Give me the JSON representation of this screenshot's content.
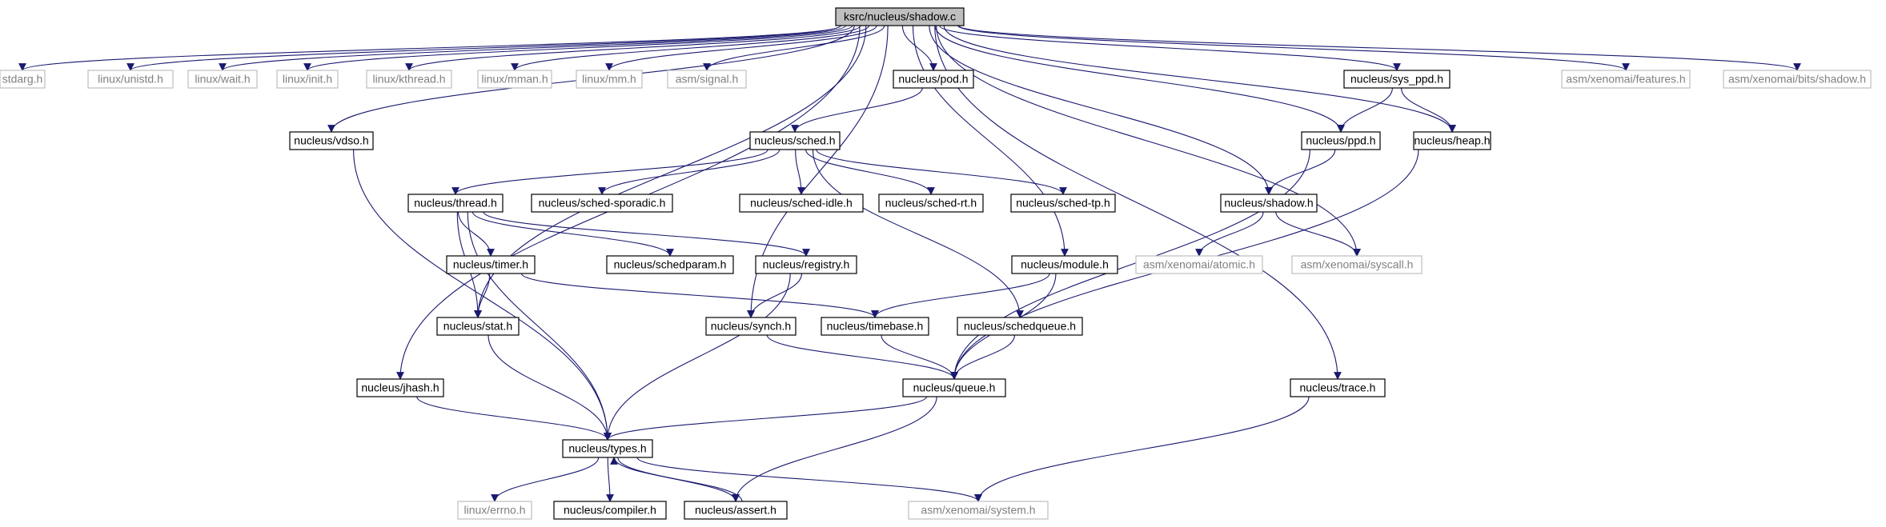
{
  "colors": {
    "edge": "#191970",
    "root_fill": "#bfbfbf",
    "node_stroke": "#000000",
    "external_stroke": "#bfbfbf",
    "external_text": "#808080",
    "text": "#000000"
  },
  "nodes": [
    {
      "id": "shadow_c",
      "label": "ksrc/nucleus/shadow.c",
      "kind": "root"
    },
    {
      "id": "stdarg",
      "label": "stdarg.h",
      "kind": "external"
    },
    {
      "id": "unistd",
      "label": "linux/unistd.h",
      "kind": "external"
    },
    {
      "id": "wait",
      "label": "linux/wait.h",
      "kind": "external"
    },
    {
      "id": "init",
      "label": "linux/init.h",
      "kind": "external"
    },
    {
      "id": "kthread",
      "label": "linux/kthread.h",
      "kind": "external"
    },
    {
      "id": "mman",
      "label": "linux/mman.h",
      "kind": "external"
    },
    {
      "id": "mm",
      "label": "linux/mm.h",
      "kind": "external"
    },
    {
      "id": "signal",
      "label": "asm/signal.h",
      "kind": "external"
    },
    {
      "id": "pod",
      "label": "nucleus/pod.h",
      "kind": "local"
    },
    {
      "id": "sys_ppd",
      "label": "nucleus/sys_ppd.h",
      "kind": "local"
    },
    {
      "id": "features",
      "label": "asm/xenomai/features.h",
      "kind": "external"
    },
    {
      "id": "bits_shadow",
      "label": "asm/xenomai/bits/shadow.h",
      "kind": "external"
    },
    {
      "id": "vdso",
      "label": "nucleus/vdso.h",
      "kind": "local"
    },
    {
      "id": "sched",
      "label": "nucleus/sched.h",
      "kind": "local"
    },
    {
      "id": "ppd",
      "label": "nucleus/ppd.h",
      "kind": "local"
    },
    {
      "id": "heap",
      "label": "nucleus/heap.h",
      "kind": "local"
    },
    {
      "id": "thread",
      "label": "nucleus/thread.h",
      "kind": "local"
    },
    {
      "id": "sporadic",
      "label": "nucleus/sched-sporadic.h",
      "kind": "local"
    },
    {
      "id": "idle",
      "label": "nucleus/sched-idle.h",
      "kind": "local"
    },
    {
      "id": "rt",
      "label": "nucleus/sched-rt.h",
      "kind": "local"
    },
    {
      "id": "tp",
      "label": "nucleus/sched-tp.h",
      "kind": "local"
    },
    {
      "id": "nshadow",
      "label": "nucleus/shadow.h",
      "kind": "local"
    },
    {
      "id": "timer",
      "label": "nucleus/timer.h",
      "kind": "local"
    },
    {
      "id": "schedparam",
      "label": "nucleus/schedparam.h",
      "kind": "local"
    },
    {
      "id": "registry",
      "label": "nucleus/registry.h",
      "kind": "local"
    },
    {
      "id": "module",
      "label": "nucleus/module.h",
      "kind": "local"
    },
    {
      "id": "atomic",
      "label": "asm/xenomai/atomic.h",
      "kind": "external"
    },
    {
      "id": "syscall",
      "label": "asm/xenomai/syscall.h",
      "kind": "external"
    },
    {
      "id": "stat",
      "label": "nucleus/stat.h",
      "kind": "local"
    },
    {
      "id": "synch",
      "label": "nucleus/synch.h",
      "kind": "local"
    },
    {
      "id": "timebase",
      "label": "nucleus/timebase.h",
      "kind": "local"
    },
    {
      "id": "schedqueue",
      "label": "nucleus/schedqueue.h",
      "kind": "local"
    },
    {
      "id": "jhash",
      "label": "nucleus/jhash.h",
      "kind": "local"
    },
    {
      "id": "queue",
      "label": "nucleus/queue.h",
      "kind": "local"
    },
    {
      "id": "trace",
      "label": "nucleus/trace.h",
      "kind": "local"
    },
    {
      "id": "types",
      "label": "nucleus/types.h",
      "kind": "local"
    },
    {
      "id": "errno",
      "label": "linux/errno.h",
      "kind": "external"
    },
    {
      "id": "compiler",
      "label": "nucleus/compiler.h",
      "kind": "local"
    },
    {
      "id": "assert",
      "label": "nucleus/assert.h",
      "kind": "local"
    },
    {
      "id": "system",
      "label": "asm/xenomai/system.h",
      "kind": "external"
    }
  ],
  "edges": [
    [
      "shadow_c",
      "stdarg"
    ],
    [
      "shadow_c",
      "unistd"
    ],
    [
      "shadow_c",
      "wait"
    ],
    [
      "shadow_c",
      "init"
    ],
    [
      "shadow_c",
      "kthread"
    ],
    [
      "shadow_c",
      "mman"
    ],
    [
      "shadow_c",
      "mm"
    ],
    [
      "shadow_c",
      "signal"
    ],
    [
      "shadow_c",
      "pod"
    ],
    [
      "shadow_c",
      "sys_ppd"
    ],
    [
      "shadow_c",
      "features"
    ],
    [
      "shadow_c",
      "bits_shadow"
    ],
    [
      "shadow_c",
      "vdso"
    ],
    [
      "shadow_c",
      "ppd"
    ],
    [
      "shadow_c",
      "heap"
    ],
    [
      "shadow_c",
      "nshadow"
    ],
    [
      "shadow_c",
      "syscall"
    ],
    [
      "shadow_c",
      "module"
    ],
    [
      "shadow_c",
      "synch"
    ],
    [
      "shadow_c",
      "stat"
    ],
    [
      "shadow_c",
      "jhash"
    ],
    [
      "shadow_c",
      "trace"
    ],
    [
      "pod",
      "sched"
    ],
    [
      "sys_ppd",
      "ppd"
    ],
    [
      "sys_ppd",
      "heap"
    ],
    [
      "sched",
      "thread"
    ],
    [
      "sched",
      "sporadic"
    ],
    [
      "sched",
      "idle"
    ],
    [
      "sched",
      "rt"
    ],
    [
      "sched",
      "tp"
    ],
    [
      "sched",
      "schedqueue"
    ],
    [
      "ppd",
      "nshadow"
    ],
    [
      "ppd",
      "queue"
    ],
    [
      "heap",
      "queue"
    ],
    [
      "nshadow",
      "atomic"
    ],
    [
      "nshadow",
      "syscall"
    ],
    [
      "thread",
      "timer"
    ],
    [
      "thread",
      "stat"
    ],
    [
      "thread",
      "schedparam"
    ],
    [
      "thread",
      "registry"
    ],
    [
      "thread",
      "types"
    ],
    [
      "timer",
      "stat"
    ],
    [
      "timer",
      "timebase"
    ],
    [
      "registry",
      "synch"
    ],
    [
      "registry",
      "types"
    ],
    [
      "module",
      "timebase"
    ],
    [
      "module",
      "queue"
    ],
    [
      "vdso",
      "types"
    ],
    [
      "stat",
      "types"
    ],
    [
      "synch",
      "queue"
    ],
    [
      "timebase",
      "queue"
    ],
    [
      "schedqueue",
      "queue"
    ],
    [
      "jhash",
      "types"
    ],
    [
      "queue",
      "types"
    ],
    [
      "queue",
      "assert"
    ],
    [
      "trace",
      "system"
    ],
    [
      "types",
      "errno"
    ],
    [
      "types",
      "compiler"
    ],
    [
      "types",
      "assert"
    ],
    [
      "types",
      "system"
    ],
    [
      "assert",
      "types"
    ]
  ]
}
